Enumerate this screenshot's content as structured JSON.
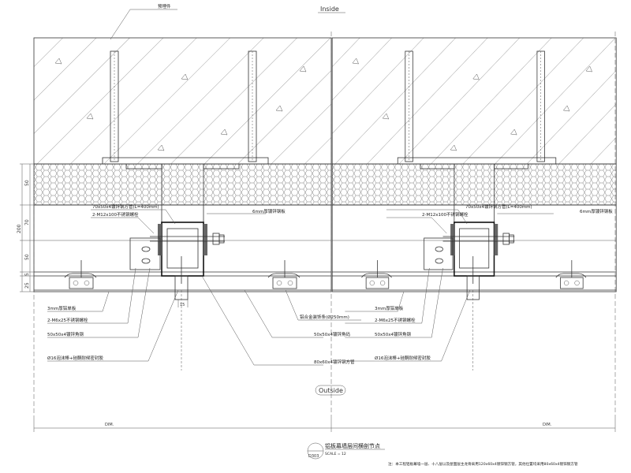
{
  "drawing": {
    "inside_label": "Inside",
    "outside_label": "Outside",
    "embedded_part_label": "预埋件",
    "dim_label": "DIM.",
    "panel_labels": {
      "steel_tube_70": "70x50x4镀锌钢方管(L=400mm)",
      "bolt_m12": "2-M12x100不锈钢螺栓",
      "plate_6mm": "6mm厚镀锌钢板",
      "aluminum_3mm": "3mm厚铝单板",
      "bolt_m6": "2-M6x25不锈钢螺栓",
      "angle_50": "50x50x4镀锌角钢",
      "sealant": "Ø16泡沫棒+硅酮耐候密封胶"
    },
    "left_only_labels": {
      "trim": "铝合金装饰条(Ø250mm)",
      "angle_code": "50x50x4镀锌角码",
      "tube_80": "80x60x4镀锌钢方管"
    },
    "dimensions": {
      "d1": "50",
      "d2": "70",
      "d3": "50",
      "d4": "5",
      "d5": "25",
      "total": "200",
      "gap": "15"
    },
    "title_block": {
      "detail_id": "D303",
      "title": "铝板幕墙层间横剖节点",
      "scale": "SCALE = 12"
    },
    "note": "注：本工程铝板幕墙一层、十八层以及屋面层主龙骨采用120x60x4镀锌钢方管，其他位置均采用80x60x4镀锌钢方管"
  }
}
